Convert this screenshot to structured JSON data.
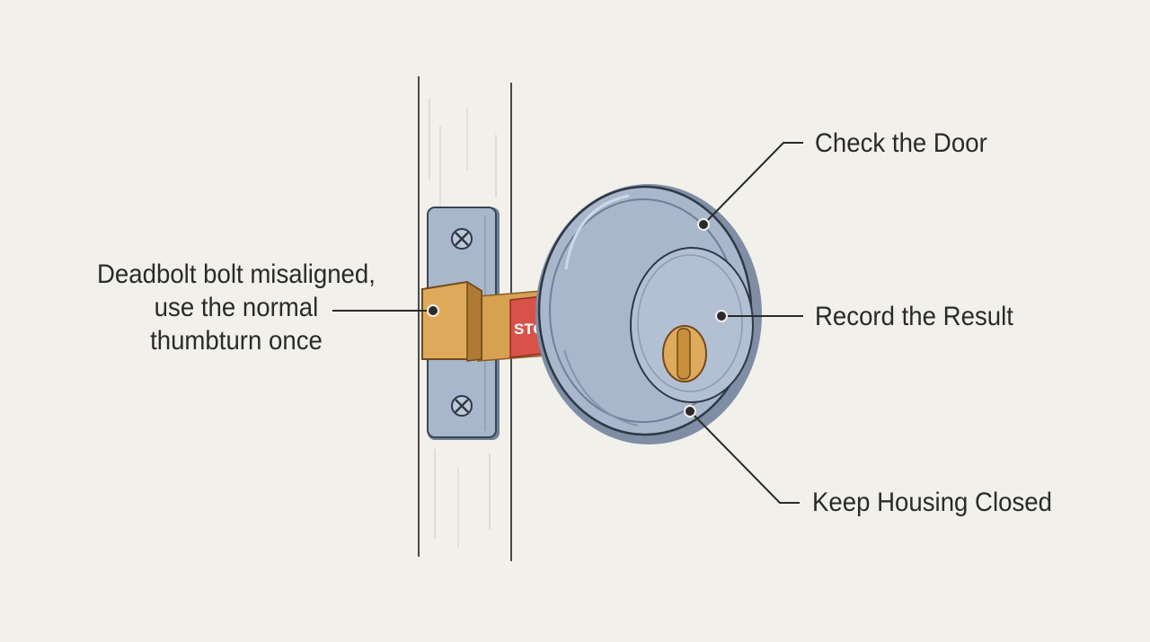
{
  "callouts": {
    "bolt_lines": [
      "Deadbolt bolt misaligned,",
      "use the normal",
      "thumbturn once"
    ],
    "check_door": "Check the Door",
    "record_result": "Record the Result",
    "keep_closed": "Keep Housing Closed"
  },
  "tape_text": "STO",
  "colors": {
    "background": "#f1f0ea",
    "metal": "#a9b7cc",
    "metal_dark": "#6f7f96",
    "brass": "#e0aa5c",
    "brass_dark": "#b07a34",
    "tape": "#d9524a",
    "ink": "#2a2a2a"
  }
}
